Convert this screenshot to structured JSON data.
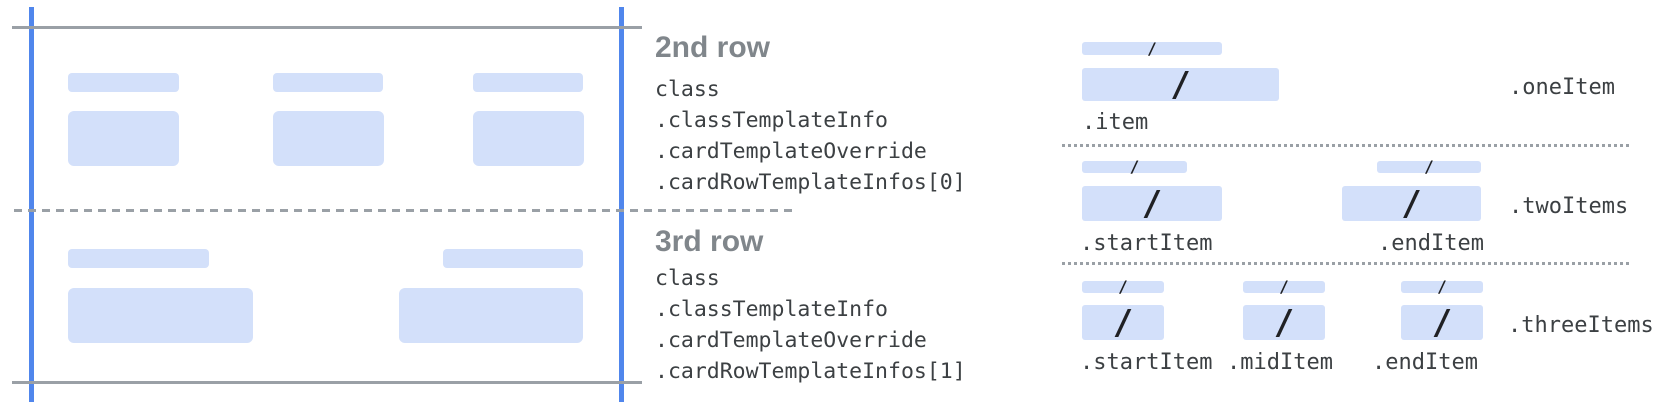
{
  "annotations": {
    "row2": {
      "title": "2nd row",
      "path_lines": [
        "class",
        ".classTemplateInfo",
        ".cardTemplateOverride",
        ".cardRowTemplateInfos[0]"
      ]
    },
    "row3": {
      "title": "3rd row",
      "path_lines": [
        "class",
        ".classTemplateInfo",
        ".cardTemplateOverride",
        ".cardRowTemplateInfos[1]"
      ]
    }
  },
  "templates": {
    "slash_glyph": "/",
    "sections": [
      {
        "name": "oneItem",
        "label": ".oneItem",
        "items": [
          ".item"
        ]
      },
      {
        "name": "twoItems",
        "label": ".twoItems",
        "items": [
          ".startItem",
          ".endItem"
        ]
      },
      {
        "name": "threeItems",
        "label": ".threeItems",
        "items": [
          ".startItem",
          ".midItem",
          ".endItem"
        ]
      }
    ]
  },
  "colors": {
    "placeholder_blue": "#d3e0fa",
    "guide_blue": "#5086ec",
    "guide_gray": "#9aa0a6",
    "heading_gray": "#80868b",
    "code_text": "#3c4043",
    "slash_dark": "#202124"
  }
}
